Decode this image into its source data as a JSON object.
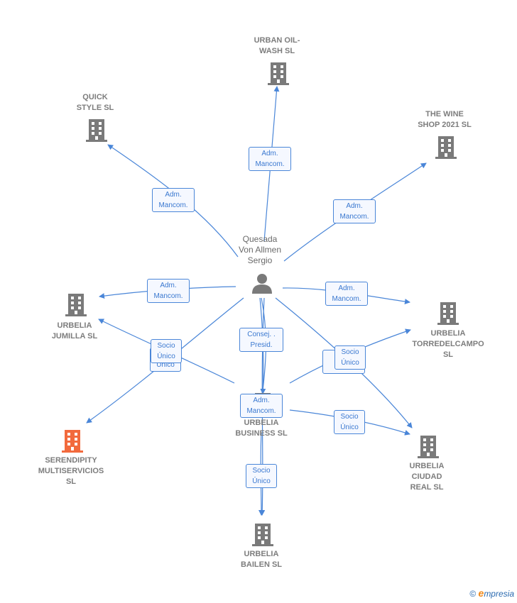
{
  "center": {
    "name": "Quesada\nVon Allmen\nSergio"
  },
  "companies": [
    {
      "id": "urban_oil_wash",
      "name": "URBAN OIL-\nWASH  SL",
      "highlight": false
    },
    {
      "id": "quick_style",
      "name": "QUICK\nSTYLE SL",
      "highlight": false
    },
    {
      "id": "wine_shop",
      "name": "THE WINE\nSHOP 2021  SL",
      "highlight": false
    },
    {
      "id": "urbelia_jumilla",
      "name": "URBELIA\nJUMILLA  SL",
      "highlight": false
    },
    {
      "id": "urbelia_torredelcampo",
      "name": "URBELIA\nTORREDELCAMPO\nSL",
      "highlight": false
    },
    {
      "id": "urbelia_business",
      "name": "URBELIA\nBUSINESS  SL",
      "highlight": false
    },
    {
      "id": "serendipity",
      "name": "SERENDIPITY\nMULTISERVICIOS\nSL",
      "highlight": true
    },
    {
      "id": "urbelia_ciudad_real",
      "name": "URBELIA\nCIUDAD\nREAL  SL",
      "highlight": false
    },
    {
      "id": "urbelia_bailen",
      "name": "URBELIA\nBAILEN  SL",
      "highlight": false
    }
  ],
  "edge_labels": {
    "adm_mancom": "Adm.\nMancom.",
    "consej_presid": "Consej. .\nPresid.",
    "socio_unico": "Socio\nÚnico"
  },
  "colors": {
    "edge": "#4a86d8",
    "node_gray": "#7a7a7a",
    "node_highlight": "#f26a3d",
    "label_bg": "#f5f8ff"
  },
  "footer": {
    "copyright": "©",
    "brand_initial": "e",
    "brand_rest": "mpresia"
  }
}
